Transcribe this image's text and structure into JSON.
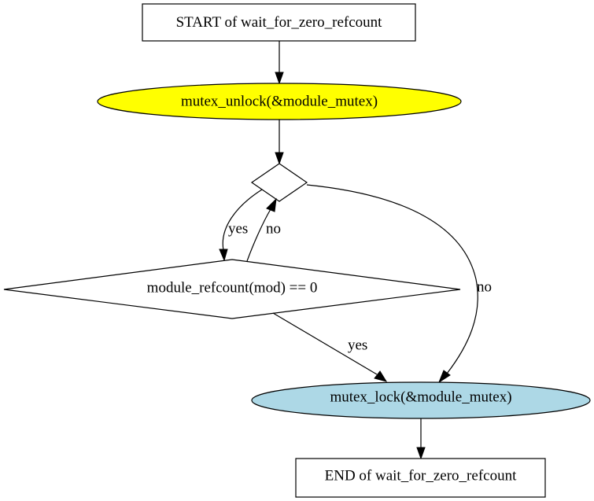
{
  "nodes": {
    "start": {
      "label": "START of wait_for_zero_refcount",
      "fill": "#ffffff"
    },
    "unlock": {
      "label": "mutex_unlock(&module_mutex)",
      "fill": "#ffff00"
    },
    "loop_decision": {
      "label": "",
      "fill": "#ffffff"
    },
    "refcount_check": {
      "label": "module_refcount(mod) == 0",
      "fill": "#ffffff"
    },
    "lock": {
      "label": "mutex_lock(&module_mutex)",
      "fill": "#add8e6"
    },
    "end": {
      "label": "END of wait_for_zero_refcount",
      "fill": "#ffffff"
    }
  },
  "edges": {
    "loop_yes": {
      "label": "yes"
    },
    "check_no": {
      "label": "no"
    },
    "loop_no": {
      "label": "no"
    },
    "check_yes": {
      "label": "yes"
    }
  }
}
